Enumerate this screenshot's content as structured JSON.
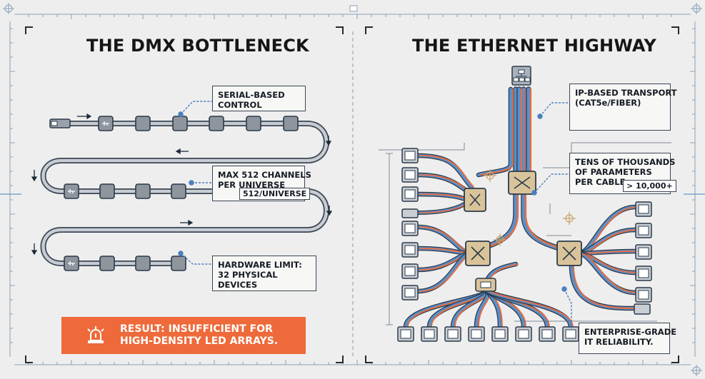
{
  "left_panel": {
    "title": "THE DMX BOTTLENECK",
    "callouts": {
      "serial": [
        "SERIAL-BASED",
        "CONTROL"
      ],
      "channels": [
        "MAX 512 CHANNELS",
        "PER UNIVERSE"
      ],
      "channels_badge": "512/UNIVERSE",
      "hardware": [
        "HARDWARE LIMIT:",
        "32 PHYSICAL",
        "DEVICES"
      ]
    },
    "result": [
      "RESULT: INSUFFICIENT FOR",
      "HIGH-DENSITY LED ARRAYS."
    ]
  },
  "right_panel": {
    "title": "THE ETHERNET HIGHWAY",
    "callouts": {
      "ip": [
        "IP-BASED TRANSPORT",
        "(CAT5e/FIBER)"
      ],
      "params": [
        "TENS OF THOUSANDS",
        "OF PARAMETERS",
        "PER CABLE"
      ],
      "params_badge": "> 10,000+",
      "reliability": [
        "ENTERPRISE-GRADE",
        "IT RELIABILITY."
      ]
    }
  },
  "colors": {
    "background": "#eeeeee",
    "ink": "#2c3a4a",
    "cable_blue": "#5b8fc9",
    "cable_orange": "#ef6b3b",
    "node_gray": "#8e959d",
    "switch_tan": "#d9c49a",
    "alert_orange": "#ee6a3a"
  },
  "icons": [
    "warning-light-icon",
    "network-switch-icon",
    "server-rack-icon",
    "sine-wave-icon",
    "flowchart-icon",
    "twisted-cable-icon",
    "document-icon"
  ]
}
